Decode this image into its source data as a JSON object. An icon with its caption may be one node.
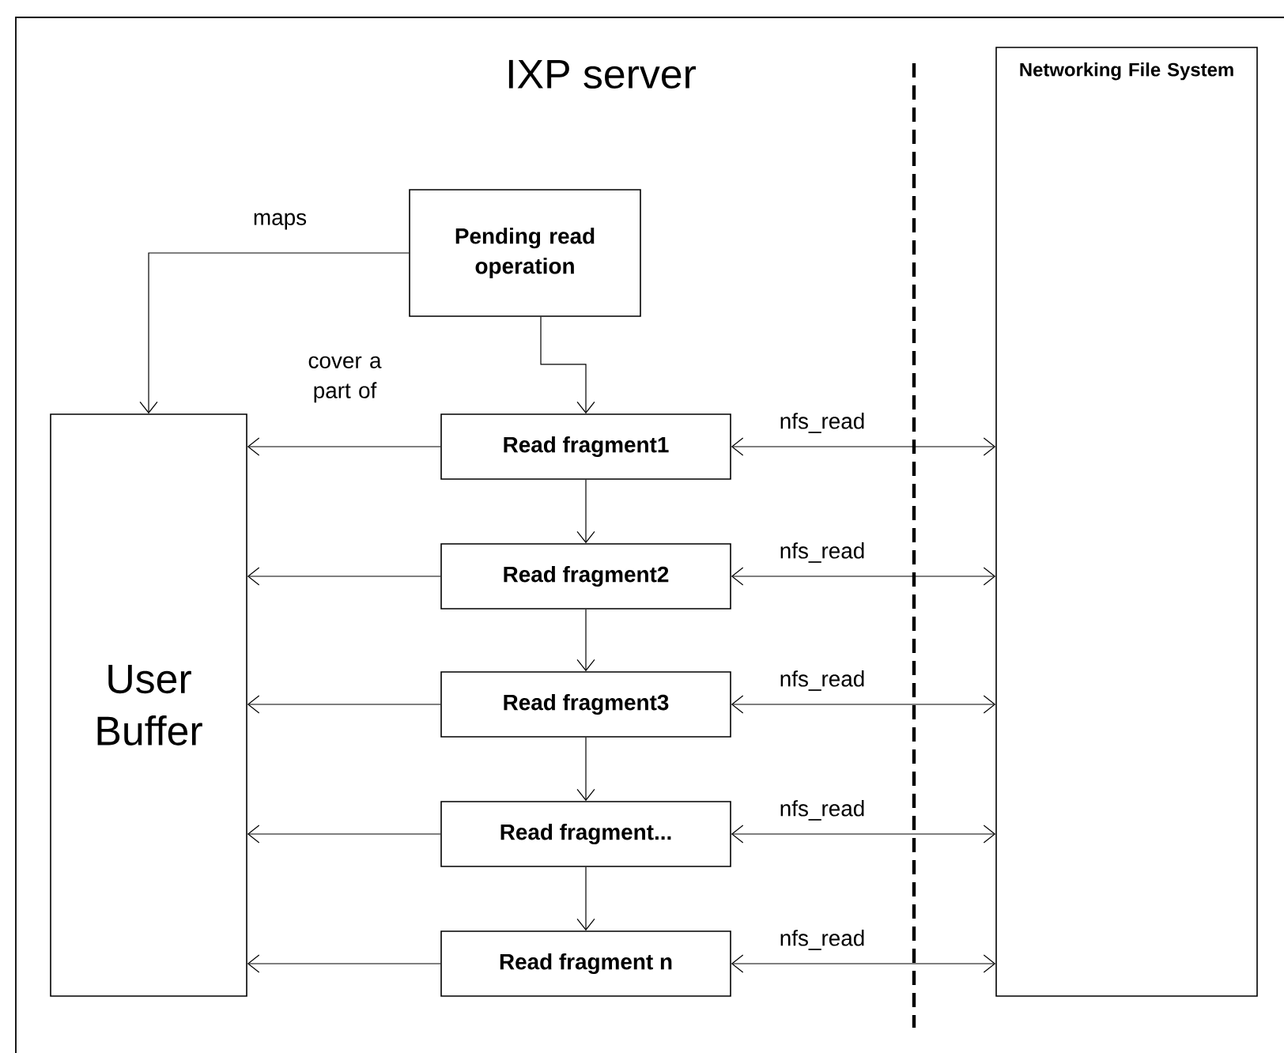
{
  "diagram": {
    "title": "IXP server",
    "nodes": [
      {
        "text": [
          "Pending read operation"
        ]
      },
      {
        "text": [
          "User Buffer"
        ]
      },
      {
        "text": [
          "Read fragment1"
        ]
      },
      {
        "text": [
          "Read fragment2"
        ]
      },
      {
        "text": [
          "Read fragment3"
        ]
      },
      {
        "text": [
          "Read fragment..."
        ]
      },
      {
        "text": [
          "Read fragment n"
        ]
      },
      {
        "text": [
          "Networking File System"
        ]
      }
    ],
    "edges": [
      {
        "from": 0,
        "to": 1,
        "arrow": "to",
        "label": "maps"
      },
      {
        "from": 0,
        "to": 2,
        "arrow": "to"
      },
      {
        "from": 2,
        "to": 1,
        "arrow": "to",
        "label": "cover a part of"
      },
      {
        "from": 3,
        "to": 1,
        "arrow": "to"
      },
      {
        "from": 4,
        "to": 1,
        "arrow": "to"
      },
      {
        "from": 5,
        "to": 1,
        "arrow": "to"
      },
      {
        "from": 6,
        "to": 1,
        "arrow": "to"
      },
      {
        "from": 2,
        "to": 3,
        "arrow": "to"
      },
      {
        "from": 3,
        "to": 4,
        "arrow": "to"
      },
      {
        "from": 4,
        "to": 5,
        "arrow": "to"
      },
      {
        "from": 5,
        "to": 6,
        "arrow": "to"
      },
      {
        "from": 2,
        "to": 7,
        "arrow": "both",
        "label": "nfs_read"
      },
      {
        "from": 3,
        "to": 7,
        "arrow": "both",
        "label": "nfs_read"
      },
      {
        "from": 4,
        "to": 7,
        "arrow": "both",
        "label": "nfs_read"
      },
      {
        "from": 5,
        "to": 7,
        "arrow": "both",
        "label": "nfs_read"
      },
      {
        "from": 6,
        "to": 7,
        "arrow": "both",
        "label": "nfs_read"
      }
    ]
  }
}
